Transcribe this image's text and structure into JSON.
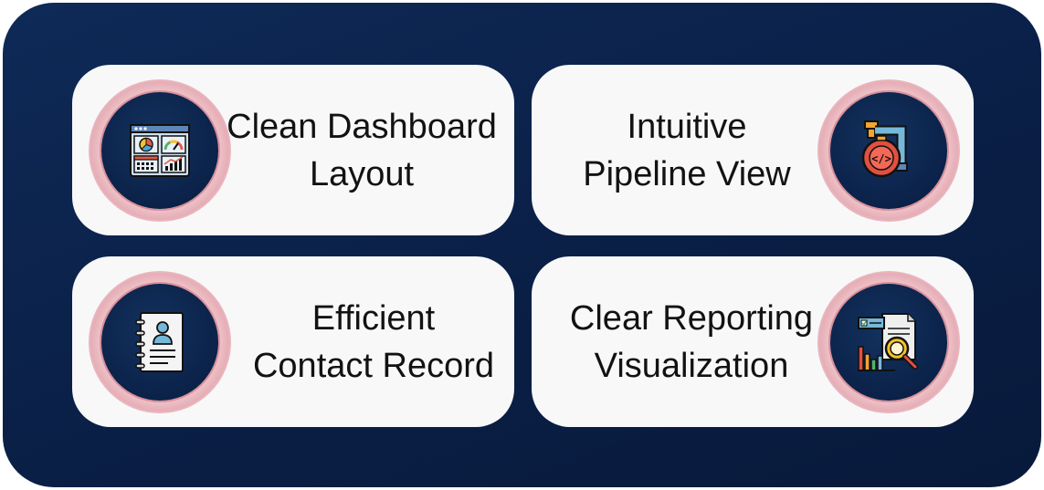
{
  "features": [
    {
      "line1": "Clean Dashboard",
      "line2": "Layout",
      "icon": "dashboard-icon"
    },
    {
      "line1": "Intuitive",
      "line2": "Pipeline View",
      "icon": "pipeline-icon"
    },
    {
      "line1": "Efficient",
      "line2": "Contact Record",
      "icon": "contact-record-icon"
    },
    {
      "line1": "Clear Reporting",
      "line2": "Visualization",
      "icon": "report-visualization-icon"
    }
  ],
  "colors": {
    "panel": "#0a1f46",
    "card": "#f8f8f9",
    "accent_ring": "#e6aeb6",
    "text": "#121212"
  }
}
